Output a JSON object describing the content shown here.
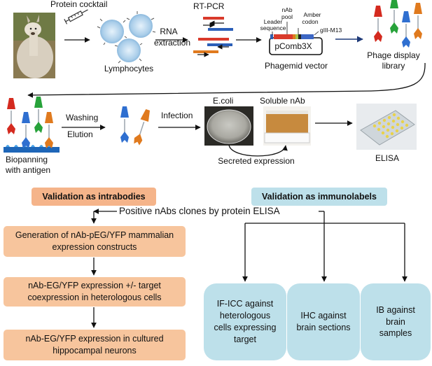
{
  "row1": {
    "protein_cocktail": "Protein cocktail",
    "lymphocytes": "Lymphocytes",
    "rna": "RNA",
    "extraction": "extraction",
    "rt_pcr": "RT-PCR",
    "nab_pool_1": "nAb",
    "nab_pool_2": "pool",
    "leader_1": "Leader",
    "leader_2": "sequence",
    "amber_1": "Amber",
    "amber_2": "codon",
    "giii": "gIII-M13",
    "pcomb": "pComb3X",
    "phagemid": "Phagemid vector",
    "phage_1": "Phage display",
    "phage_2": "library"
  },
  "row2": {
    "biopanning_1": "Biopanning",
    "biopanning_2": "with antigen",
    "washing": "Washing",
    "elution": "Elution",
    "infection": "Infection",
    "ecoli": "E.coli",
    "soluble": "Soluble nAb",
    "secreted": "Secreted expression",
    "elisa": "ELISA"
  },
  "validation": {
    "intrabodies": "Validation as intrabodies",
    "immunolabels": "Validation as immunolabels",
    "positive": "Positive nAbs clones by protein ELISA"
  },
  "left_boxes": [
    {
      "line1": "Generation of nAb-pEG/YFP mammalian",
      "line2": "expression constructs"
    },
    {
      "line1": "nAb-EG/YFP expression +/- target",
      "line2": "coexpression in heterologous cells"
    },
    {
      "line1": "nAb-EG/YFP expression in cultured",
      "line2": "hippocampal neurons"
    }
  ],
  "right_boxes": [
    {
      "line1": "IF-ICC against",
      "line2": "heterologous",
      "line3": "cells expressing",
      "line4": "target"
    },
    {
      "line1": "IHC against",
      "line2": "brain sections"
    },
    {
      "line1": "IB against",
      "line2": "brain",
      "line3": "samples"
    }
  ],
  "colors": {
    "orange_box": "#f7c59d",
    "orange_header": "#f5b48a",
    "blue_box": "#bde0ea",
    "arrow_navy": "#1f3a78",
    "phage_red": "#d42a1f",
    "phage_green": "#27a23a",
    "phage_blue": "#2f6fd0",
    "phage_orange": "#e07a1e",
    "antigen_surface": "#1e66b8"
  },
  "icons": [
    "llama-photo",
    "syringe-icon",
    "lymphocyte-icon",
    "phage-icon",
    "petri-dish-photo",
    "tube-rack-photo",
    "elisa-plate-photo"
  ]
}
